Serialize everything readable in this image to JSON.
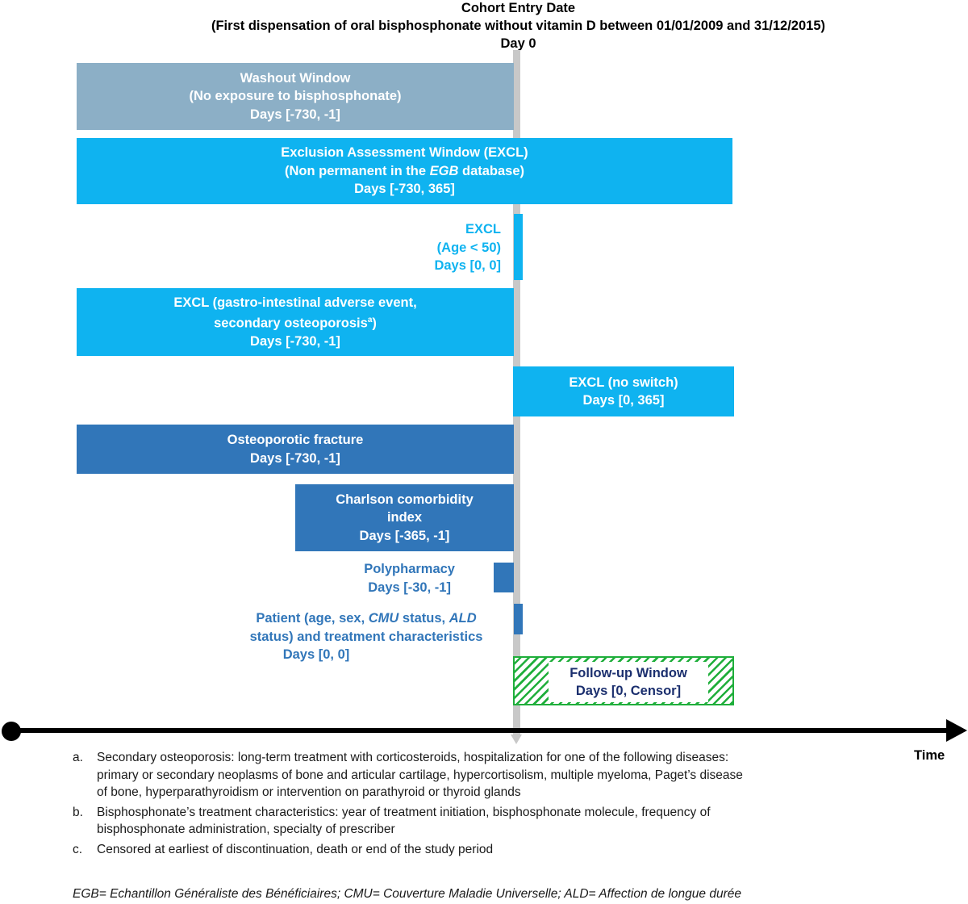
{
  "header": {
    "title": "Cohort Entry Date",
    "subtitle": "(First dispensation of oral bisphosphonate without vitamin D between 01/01/2009 and 31/12/2015)",
    "day_label": "Day 0"
  },
  "windows": {
    "washout": [
      "Washout Window",
      "(No exposure to bisphosphonate)",
      "Days [-730, -1]"
    ],
    "excl_assessment": {
      "line1": "Exclusion Assessment Window (EXCL)",
      "line2_pre": "(Non permanent in the ",
      "line2_em": "EGB",
      "line2_post": " database)",
      "line3": "Days [-730, 365]"
    },
    "excl_age": [
      "EXCL",
      "(Age < 50)",
      "Days [0, 0]"
    ],
    "excl_gi": {
      "line1": "EXCL (gastro-intestinal adverse event,",
      "line2": "secondary osteoporosis",
      "line2_sup": "a",
      "line2_post": ")",
      "line3": "Days [-730, -1]"
    },
    "excl_switch": [
      "EXCL (no switch)",
      "Days [0, 365]"
    ],
    "osteo_fracture": [
      "Osteoporotic fracture",
      "Days [-730, -1]"
    ],
    "charlson": [
      "Charlson comorbidity",
      "index",
      "Days [-365, -1]"
    ],
    "polypharmacy": [
      "Polypharmacy",
      "Days [-30, -1]"
    ],
    "patient": {
      "line1_a": "Patient (age, sex, ",
      "line1_b": "CMU",
      "line1_c": " status, ",
      "line1_d": "ALD",
      "line2": "status) and treatment characteristics",
      "line3": "Days [0, 0]"
    },
    "followup": [
      "Follow-up Window",
      "Days [0, Censor]"
    ]
  },
  "axis": {
    "label": "Time"
  },
  "notes": [
    {
      "mark": "a.",
      "text": "Secondary osteoporosis: long-term treatment with corticosteroids, hospitalization for one of the following diseases:\nprimary or secondary neoplasms of bone and articular cartilage, hypercortisolism, multiple myeloma, Paget’s disease\nof bone, hyperparathyroidism or intervention on parathyroid or thyroid glands"
    },
    {
      "mark": "b.",
      "text": "Bisphosphonate’s treatment characteristics: year of treatment initiation, bisphosphonate molecule, frequency of\nbisphosphonate administration, specialty of prescriber"
    },
    {
      "mark": "c.",
      "text": "Censored at earliest of discontinuation, death or end of the study period"
    }
  ],
  "abbreviations": "EGB= Echantillon Généraliste des Bénéficiaires; CMU= Couverture Maladie Universelle;  ALD= Affection de longue durée",
  "colors": {
    "washout": "#8cafc6",
    "exclusion": "#0fb3f0",
    "covariate": "#3176b9",
    "followup_hatch": "#1fae3b",
    "followup_text": "#1b2f6e",
    "day0_line": "#c8c8c8"
  }
}
